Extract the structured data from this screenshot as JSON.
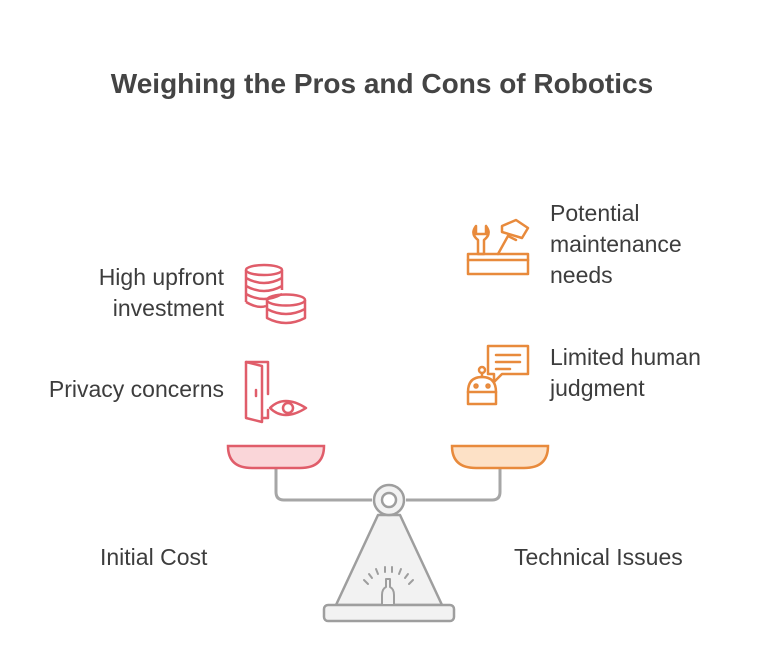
{
  "title": "Weighing the Pros and Cons of Robotics",
  "left": {
    "label": "Initial Cost",
    "color": "#e05d6a",
    "fill": "#fad6d9",
    "items": [
      {
        "text_lines": [
          "High upfront",
          "investment"
        ],
        "icon": "coins-stack-icon"
      },
      {
        "text_lines": [
          "Privacy concerns"
        ],
        "icon": "door-eye-icon"
      }
    ]
  },
  "right": {
    "label": "Technical Issues",
    "color": "#e88a3c",
    "fill": "#fde1c6",
    "items": [
      {
        "text_lines": [
          "Potential",
          "maintenance",
          "needs"
        ],
        "icon": "toolbox-icon"
      },
      {
        "text_lines": [
          "Limited human",
          "judgment"
        ],
        "icon": "robot-chat-icon"
      }
    ]
  }
}
